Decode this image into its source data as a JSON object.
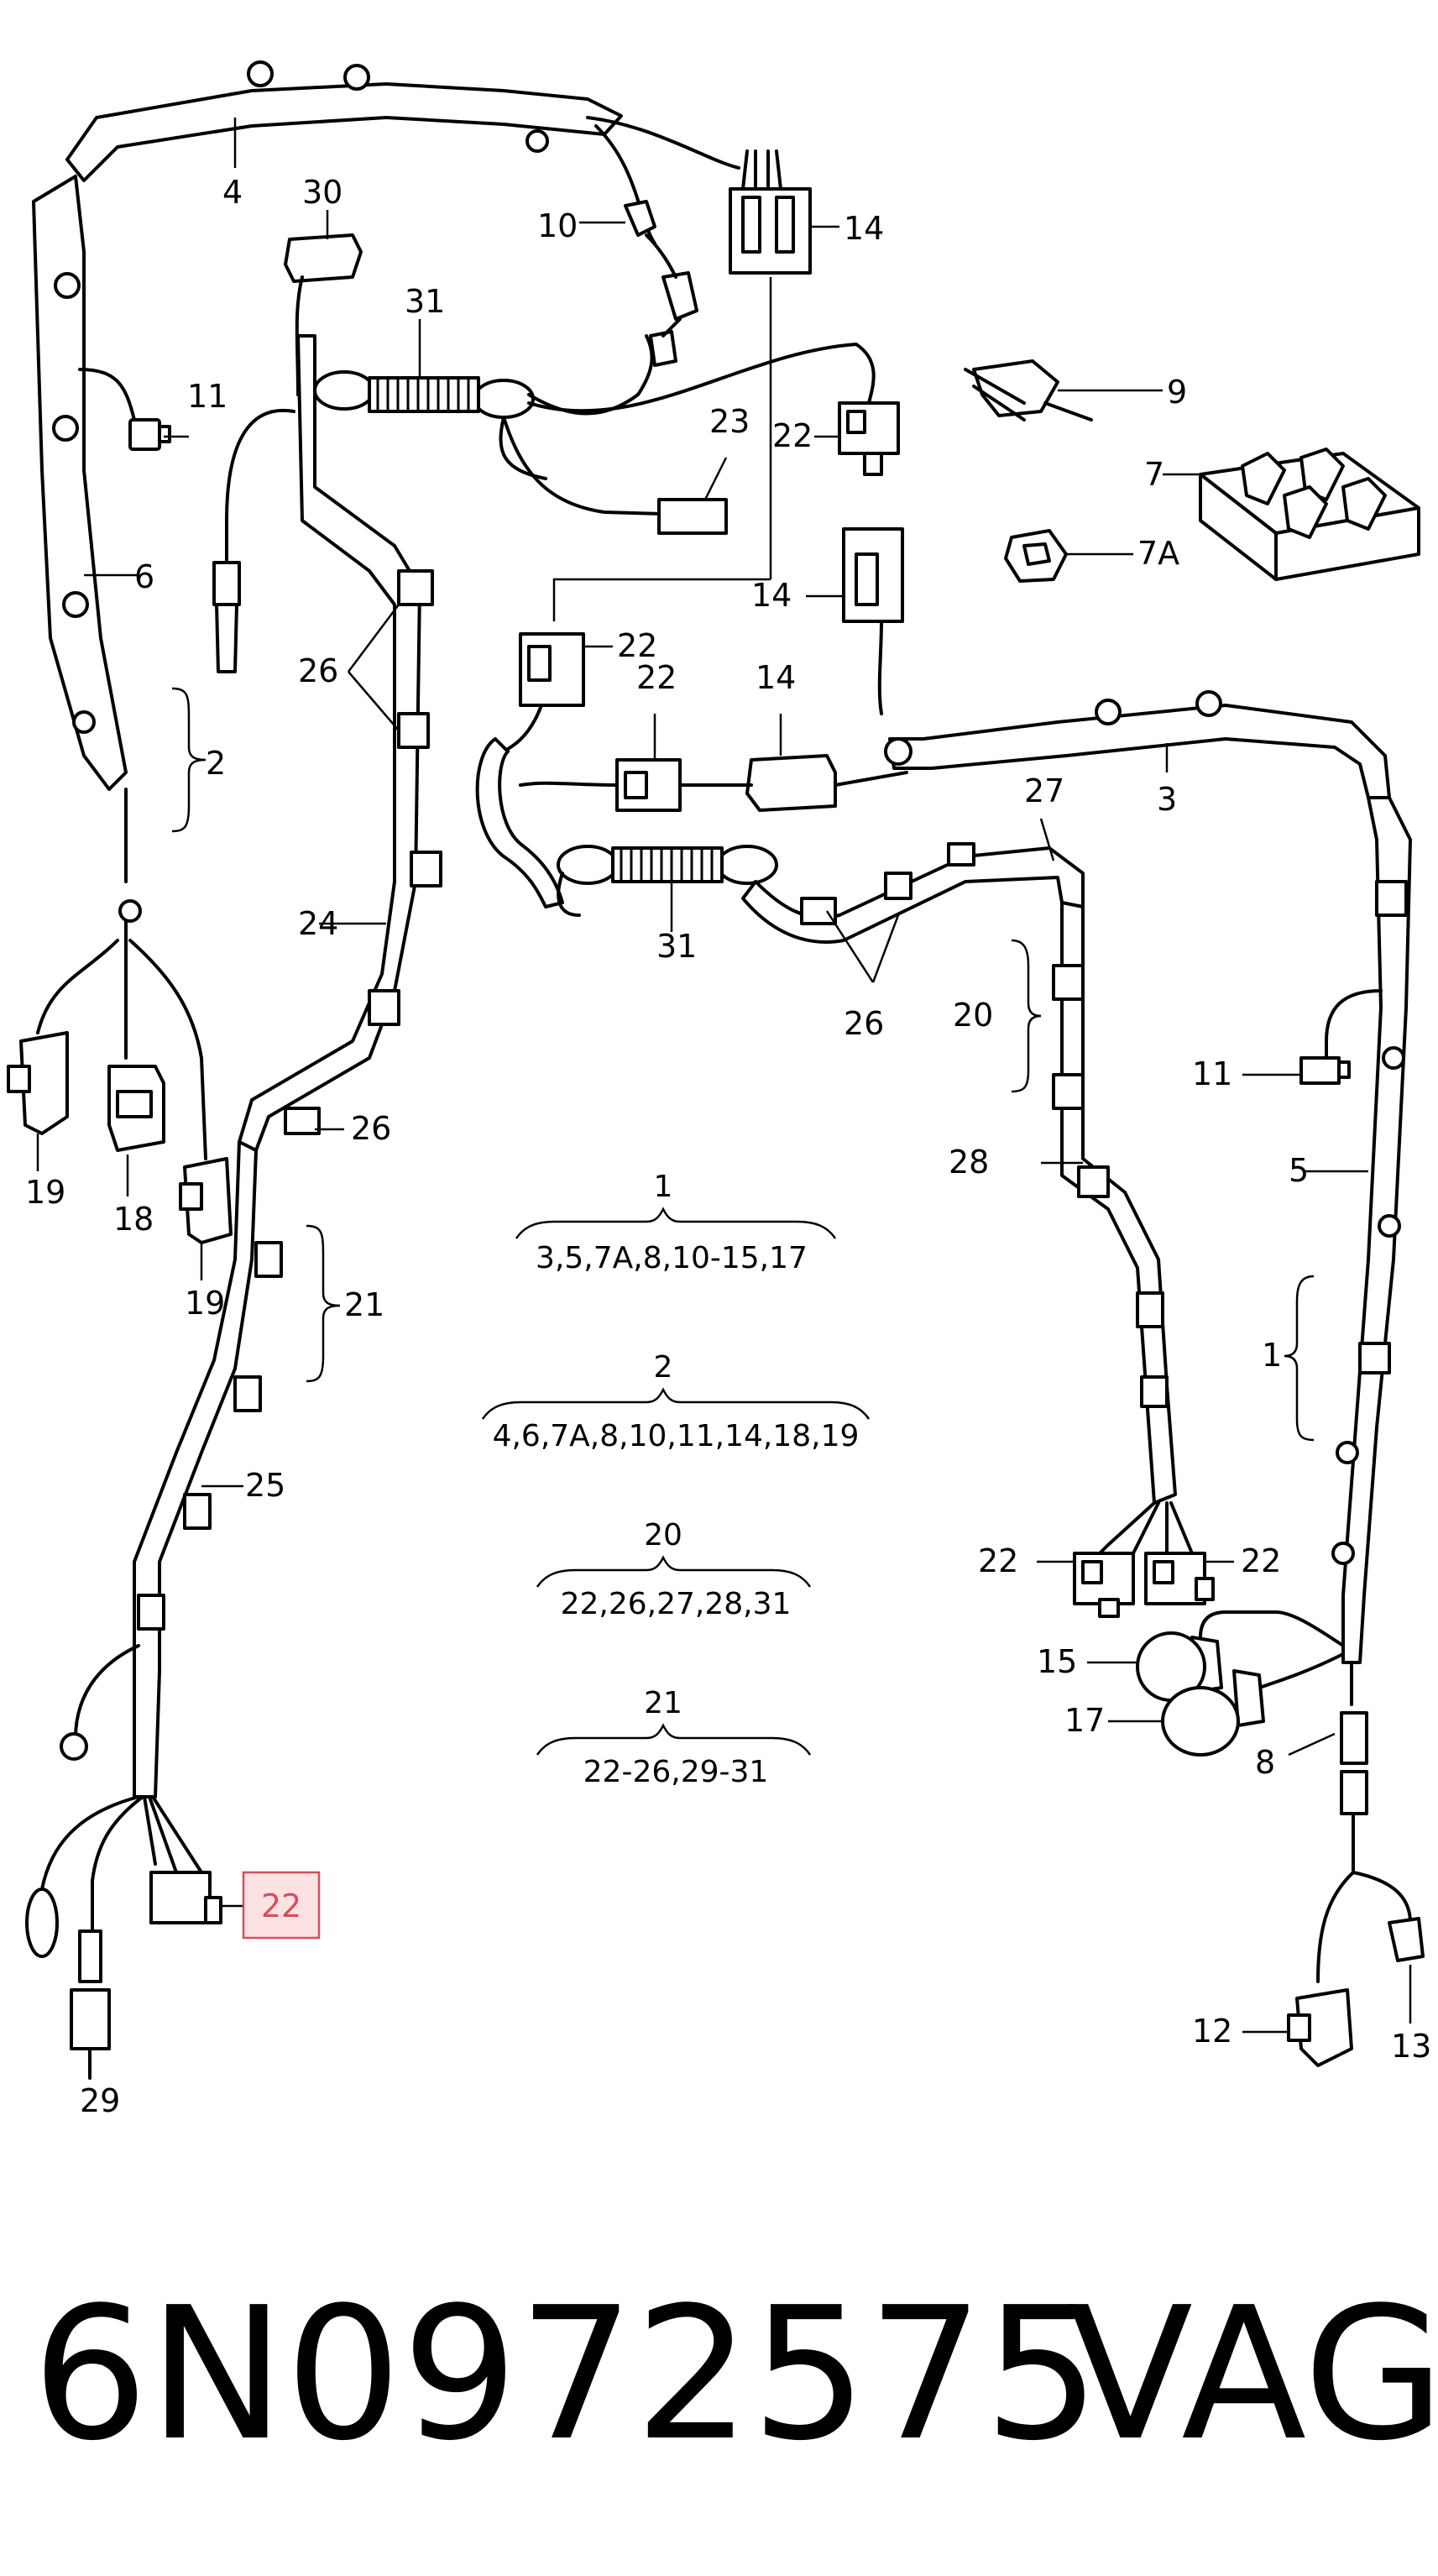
{
  "callouts": {
    "c1": "1",
    "c2": "2",
    "c3": "3",
    "c4": "4",
    "c5": "5",
    "c6": "6",
    "c7": "7",
    "c7a": "7A",
    "c8": "8",
    "c9": "9",
    "c10": "10",
    "c11": "11",
    "c12": "12",
    "c13": "13",
    "c14": "14",
    "c15": "15",
    "c17": "17",
    "c18": "18",
    "c19": "19",
    "c20": "20",
    "c21": "21",
    "c22": "22",
    "c23": "23",
    "c24": "24",
    "c25": "25",
    "c26": "26",
    "c27": "27",
    "c28": "28",
    "c29": "29",
    "c30": "30",
    "c31": "31"
  },
  "groups": [
    {
      "id": "1",
      "members": "3,5,7A,8,10-15,17"
    },
    {
      "id": "2",
      "members": "4,6,7A,8,10,11,14,18,19"
    },
    {
      "id": "20",
      "members": "22,26,27,28,31"
    },
    {
      "id": "21",
      "members": "22-26,29-31"
    }
  ],
  "highlight": {
    "label": "22",
    "color": "#d94c5a",
    "fill": "#fde2e4"
  },
  "footer": {
    "part_number": "6N0972575",
    "brand": "VAG"
  }
}
